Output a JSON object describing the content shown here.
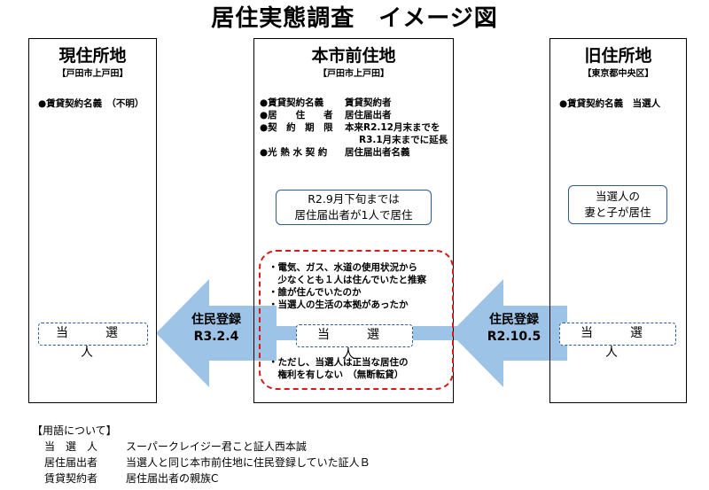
{
  "title": "居住実態調査　イメージ図",
  "left_box": {
    "title": "現住所地",
    "subtitle": "【戸田市上戸田】",
    "bullets": [
      "●賃貸契約名義　（不明）"
    ],
    "person": "当　選　人"
  },
  "center_box": {
    "title": "本市前住地",
    "subtitle": "【戸田市上戸田】",
    "bullets": [
      {
        "key": "●賃貸契約名義",
        "value": "賃貸契約者"
      },
      {
        "key": "●居　　住　　者",
        "value": "居住届出者"
      },
      {
        "key": "●契　約　期　限",
        "value": "本来R2.12月末までを"
      },
      {
        "key": "",
        "value": "R3.1月末までに延長"
      },
      {
        "key": "●光 熱 水 契 約",
        "value": "居住届出者名義"
      }
    ],
    "status_lines": [
      "R2.9月下旬までは",
      "居住届出者が1人で居住"
    ],
    "findings": [
      "・電気、ガス、水道の使用状況から",
      "　少なくとも１人は住んでいたと推察",
      "・誰が住んでいたのか",
      "・当選人の生活の本拠があったか"
    ],
    "person": "当　選　人",
    "caveat": [
      "・ただし、当選人は正当な居住の",
      "　権利を有しない　（無断転貸）"
    ]
  },
  "right_box": {
    "title": "旧住所地",
    "subtitle": "【東京都中央区】",
    "bullets": [
      "●賃貸契約名義　当選人"
    ],
    "status_lines": [
      "当選人の",
      "妻と子が居住"
    ],
    "person": "当　選　人"
  },
  "arrows": [
    {
      "label": "住民登録",
      "date": "R3.2.4"
    },
    {
      "label": "住民登録",
      "date": "R2.10.5"
    }
  ],
  "legend": {
    "heading": "【用語について】",
    "items": [
      {
        "term": "当　選　人",
        "definition": "スーパークレイジー君こと証人西本誠"
      },
      {
        "term": "居住届出者",
        "definition": "当選人と同じ本市前住地に住民登録していた証人Ｂ"
      },
      {
        "term": "賃貸契約者",
        "definition": "居住届出者の親族C"
      }
    ]
  },
  "colors": {
    "arrow_fill": "#9dc3e6",
    "box_border": "#2e5b94",
    "red_dash": "#d61a1a"
  }
}
